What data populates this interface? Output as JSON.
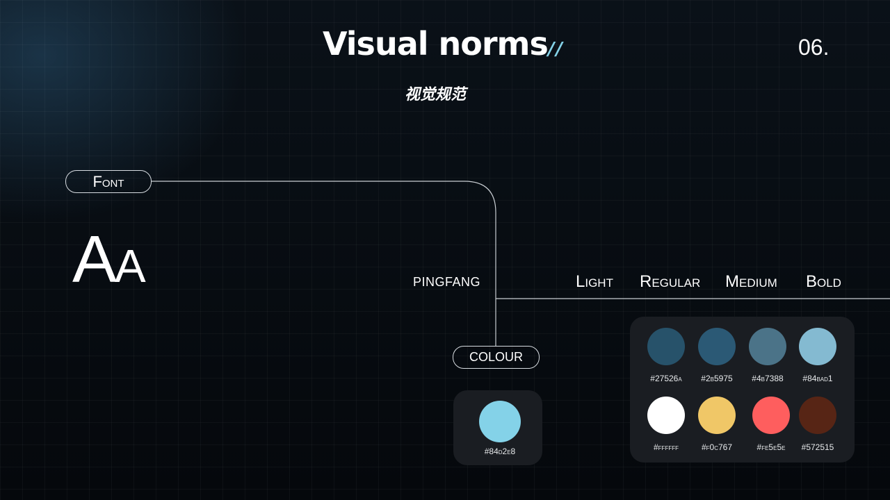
{
  "header": {
    "title": "Visual norms",
    "title_deco": "//",
    "subtitle": "视觉规范",
    "page_number": "06."
  },
  "font_section": {
    "label": "Font",
    "sample": "Aa",
    "family_name": "PINGFANG",
    "weights": [
      "Light",
      "Regular",
      "Medium",
      "Bold"
    ]
  },
  "colour_section": {
    "label": "COLOUR",
    "primary": {
      "hex": "#84d2e8",
      "color": "#84d2e8"
    },
    "palette": [
      {
        "hex": "#27526a",
        "color": "#27526a"
      },
      {
        "hex": "#2b5975",
        "color": "#2b5975"
      },
      {
        "hex": "#4b7388",
        "color": "#4b7388"
      },
      {
        "hex": "#84bad1",
        "color": "#84bad1"
      },
      {
        "hex": "#ffffff",
        "color": "#ffffff"
      },
      {
        "hex": "#f0c767",
        "color": "#f0c767"
      },
      {
        "hex": "#fe5e5e",
        "color": "#fe5e5e"
      },
      {
        "hex": "#572515",
        "color": "#572515"
      }
    ]
  },
  "colors": {
    "background": "#070b10",
    "accent": "#84d2e8",
    "card": "#1a1d22"
  }
}
